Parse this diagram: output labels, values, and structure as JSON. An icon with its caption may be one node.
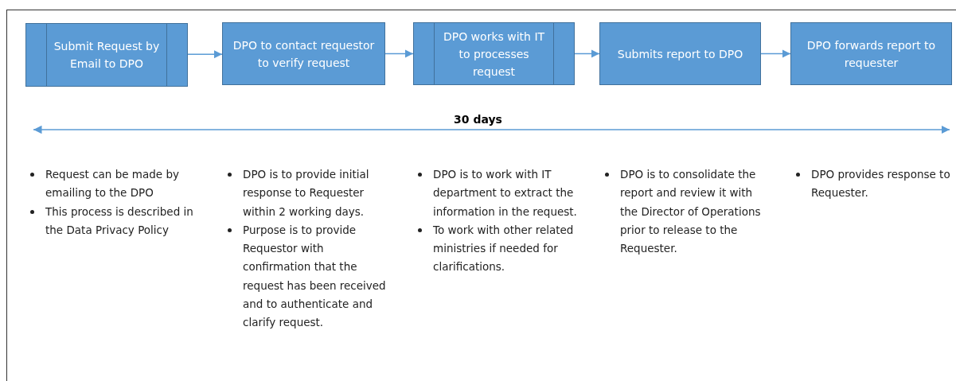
{
  "diagram": {
    "nodes": [
      {
        "text": [
          "Submit Request by Email to DPO"
        ]
      },
      {
        "text": [
          "DPO to contact requestor to verify request"
        ]
      },
      {
        "text": [
          "DPO works with IT to processes request"
        ]
      },
      {
        "text": [
          "Submits report to DPO"
        ]
      },
      {
        "text": [
          "DPO forwards report to requester"
        ]
      }
    ],
    "edges": [
      {
        "from": 0,
        "to": 1,
        "arrow": "to"
      },
      {
        "from": 1,
        "to": 2,
        "arrow": "to"
      },
      {
        "from": 2,
        "to": 3,
        "arrow": "to"
      },
      {
        "from": 3,
        "to": 4,
        "arrow": "to"
      }
    ],
    "labels": [
      "30 days",
      "Request can be made by emailing to the DPO",
      "This process is described in the Data Privacy Policy",
      "DPO is to provide initial response to Requester within 2 working days.",
      "Purpose is to provide Requestor with confirmation that the request has been received and to authenticate and clarify request.",
      "DPO is to work with IT department to extract the information in the request.",
      "To work with other related ministries if needed for clarifications.",
      "DPO is to consolidate the report and review it with the Director of Operations prior to release to the Requester.",
      "DPO provides response to Requester."
    ]
  }
}
